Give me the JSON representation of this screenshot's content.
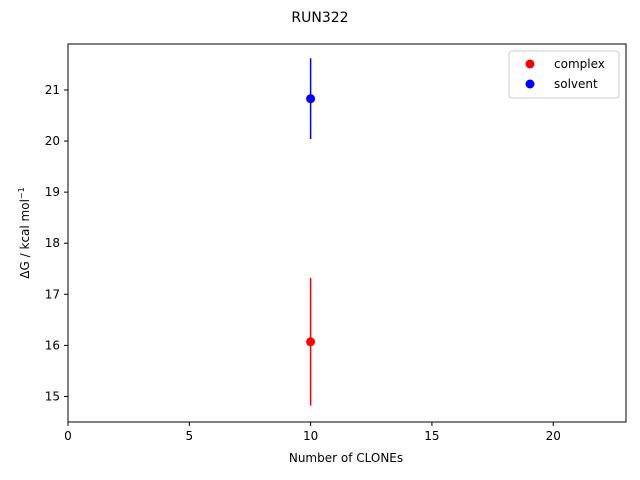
{
  "chart_data": {
    "type": "scatter",
    "title": "RUN322",
    "xlabel": "Number of CLONEs",
    "ylabel_main": "ΔG / kcal mol",
    "ylabel_sup": "−1",
    "xlim": [
      0,
      23
    ],
    "ylim": [
      14.5,
      21.9
    ],
    "xticks": [
      0,
      5,
      10,
      15,
      20
    ],
    "yticks": [
      15,
      16,
      17,
      18,
      19,
      20,
      21
    ],
    "grid": false,
    "legend_position": "top-right",
    "series": [
      {
        "name": "complex",
        "color": "#ff0000",
        "x": 10,
        "y": 16.07,
        "yerr_low": 14.82,
        "yerr_high": 17.32
      },
      {
        "name": "solvent",
        "color": "#0000ff",
        "x": 10,
        "y": 20.83,
        "yerr_low": 20.04,
        "yerr_high": 21.62
      }
    ]
  }
}
